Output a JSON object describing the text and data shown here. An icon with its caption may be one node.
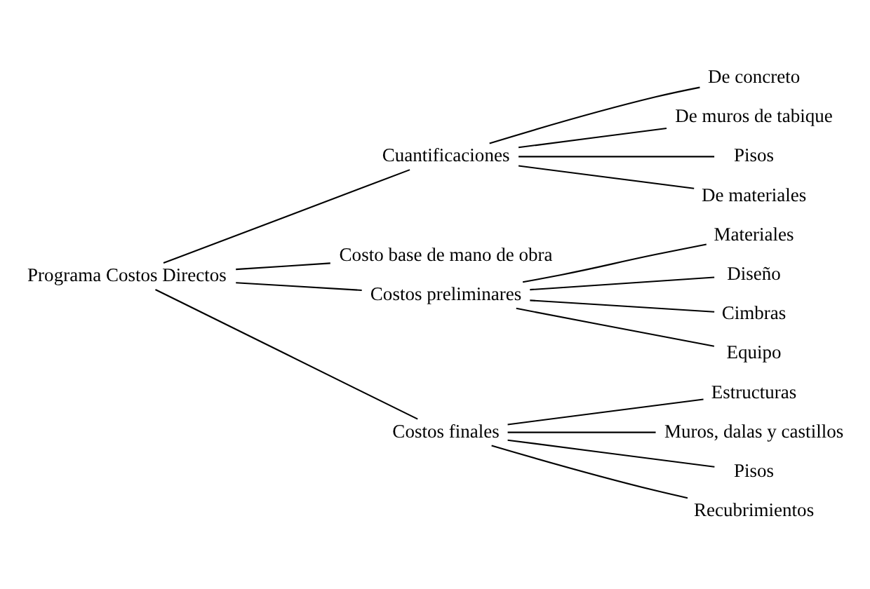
{
  "diagram": {
    "nodes": [
      {
        "text": [
          "Programa Costos Directos"
        ]
      },
      {
        "text": [
          "Cuantificaciones"
        ]
      },
      {
        "text": [
          "De concreto"
        ]
      },
      {
        "text": [
          "De muros de tabique"
        ]
      },
      {
        "text": [
          "Pisos"
        ]
      },
      {
        "text": [
          "De materiales"
        ]
      },
      {
        "text": [
          "Costo base de mano de obra"
        ]
      },
      {
        "text": [
          "Costos preliminares"
        ]
      },
      {
        "text": [
          "Materiales"
        ]
      },
      {
        "text": [
          "Diseño"
        ]
      },
      {
        "text": [
          "Cimbras"
        ]
      },
      {
        "text": [
          "Equipo"
        ]
      },
      {
        "text": [
          "Costos finales"
        ]
      },
      {
        "text": [
          "Estructuras"
        ]
      },
      {
        "text": [
          "Muros, dalas y castillos"
        ]
      },
      {
        "text": [
          "Pisos"
        ]
      },
      {
        "text": [
          "Recubrimientos"
        ]
      }
    ],
    "edges": [
      {
        "from": 0,
        "to": 1,
        "arrow": "none"
      },
      {
        "from": 0,
        "to": 6,
        "arrow": "none"
      },
      {
        "from": 0,
        "to": 7,
        "arrow": "none"
      },
      {
        "from": 0,
        "to": 12,
        "arrow": "none"
      },
      {
        "from": 1,
        "to": 2,
        "arrow": "none"
      },
      {
        "from": 1,
        "to": 3,
        "arrow": "none"
      },
      {
        "from": 1,
        "to": 4,
        "arrow": "none"
      },
      {
        "from": 1,
        "to": 5,
        "arrow": "none"
      },
      {
        "from": 7,
        "to": 8,
        "arrow": "none"
      },
      {
        "from": 7,
        "to": 9,
        "arrow": "none"
      },
      {
        "from": 7,
        "to": 10,
        "arrow": "none"
      },
      {
        "from": 7,
        "to": 11,
        "arrow": "none"
      },
      {
        "from": 12,
        "to": 13,
        "arrow": "none"
      },
      {
        "from": 12,
        "to": 14,
        "arrow": "none"
      },
      {
        "from": 12,
        "to": 15,
        "arrow": "none"
      },
      {
        "from": 12,
        "to": 16,
        "arrow": "none"
      }
    ]
  }
}
